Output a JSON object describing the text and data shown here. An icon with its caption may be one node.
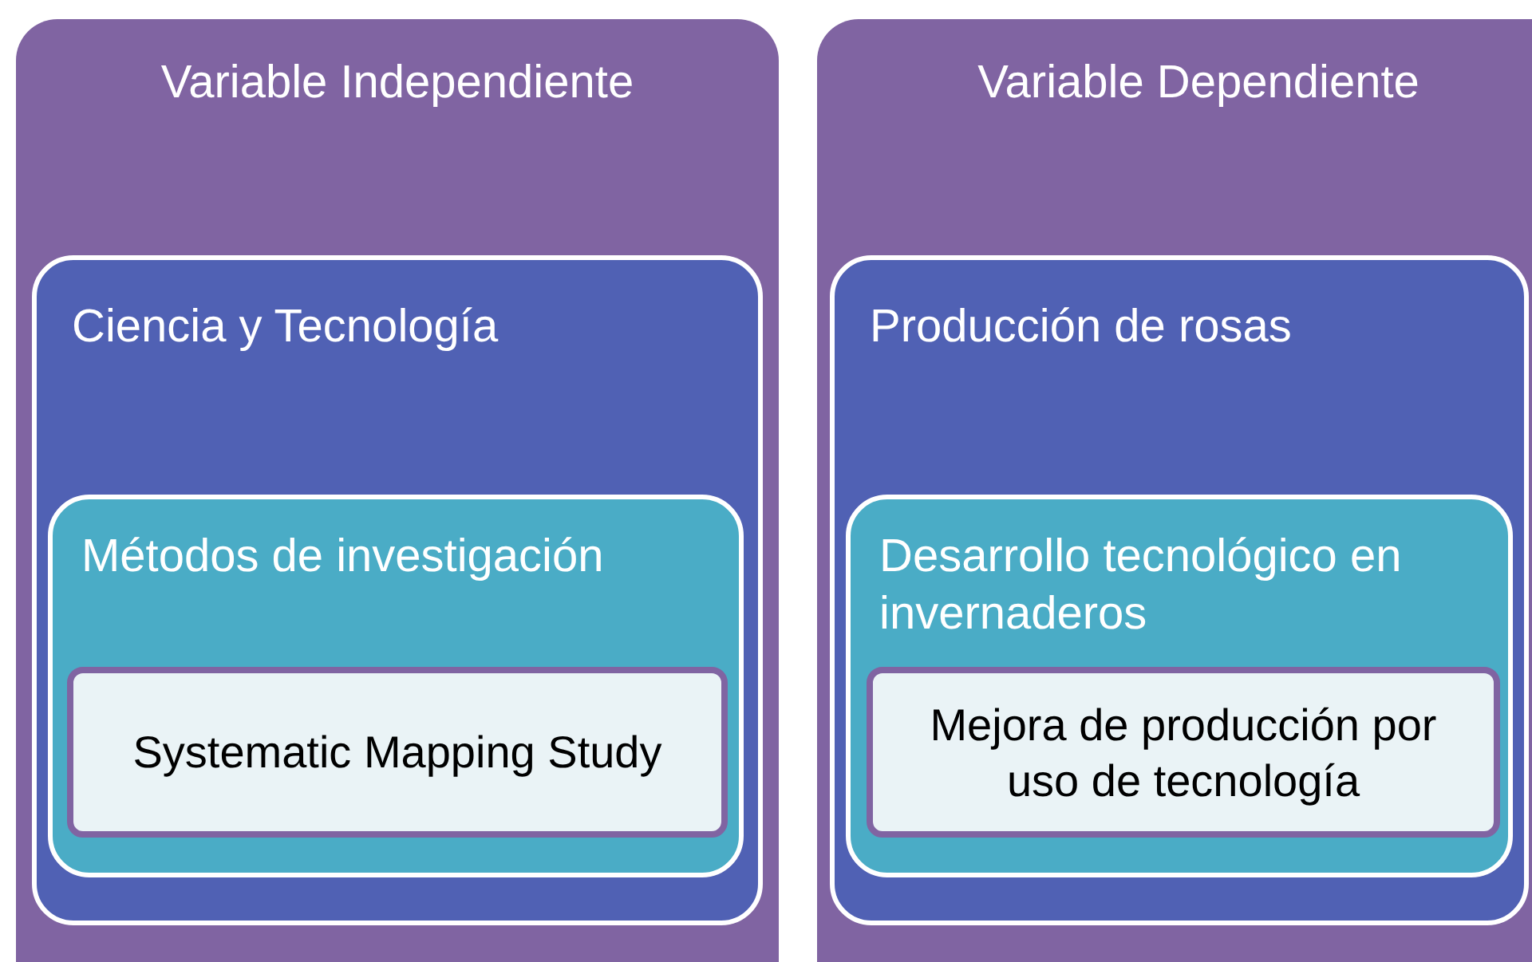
{
  "diagram": {
    "nodes": [
      {
        "text": [
          "Variable Independiente"
        ]
      },
      {
        "text": [
          "Ciencia y Tecnología"
        ],
        "in": 0
      },
      {
        "text": [
          "Métodos de investigación"
        ],
        "in": 1
      },
      {
        "text": [
          "Systematic Mapping Study"
        ],
        "in": 2
      },
      {
        "text": [
          "Variable Dependiente"
        ]
      },
      {
        "text": [
          "Producción de rosas"
        ],
        "in": 4
      },
      {
        "text": [
          "Desarrollo tecnológico en invernaderos"
        ],
        "in": 5
      },
      {
        "text": [
          "Mejora de producción por uso de tecnología"
        ],
        "in": 6
      }
    ]
  }
}
